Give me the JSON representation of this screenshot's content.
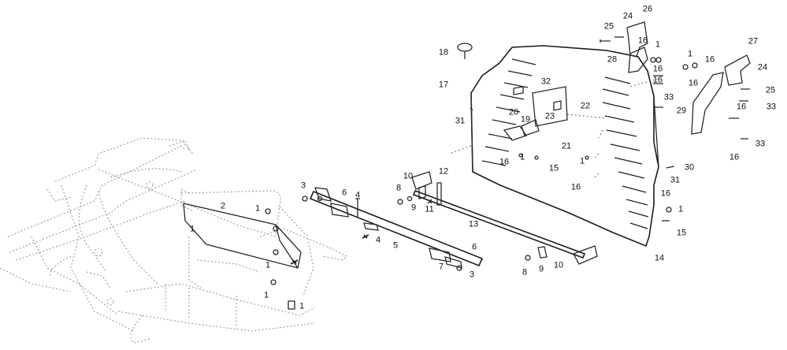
{
  "diagram": {
    "callouts": {
      "c1": "26",
      "c2": "24",
      "c3": "25",
      "c4": "16",
      "c5": "1",
      "c6": "27",
      "c7": "18",
      "c8": "28",
      "c9": "1",
      "c10": "16",
      "c11": "24",
      "c12": "16",
      "c13": "25",
      "c14": "17",
      "c15": "32",
      "c16": "16",
      "c17": "16",
      "c18": "33",
      "c19": "29",
      "c20": "33",
      "c21": "22",
      "c22": "20",
      "c23": "19",
      "c24": "23",
      "c25": "31",
      "c26": "21",
      "c27": "16",
      "c28": "1",
      "c29": "15",
      "c30": "1",
      "c31": "16",
      "c32": "33",
      "c33": "16",
      "c34": "30",
      "c35": "31",
      "c36": "10",
      "c37": "12",
      "c38": "16",
      "c39": "16",
      "c40": "3",
      "c41": "6",
      "c42": "4",
      "c43": "8",
      "c44": "9",
      "c45": "11",
      "c46": "1",
      "c47": "2",
      "c48": "1",
      "c49": "1",
      "c50": "13",
      "c51": "15",
      "c52": "4",
      "c53": "5",
      "c54": "6",
      "c55": "1",
      "c56": "7",
      "c57": "3",
      "c58": "14",
      "c59": "8",
      "c60": "9",
      "c61": "10",
      "c62": "1",
      "c63": "1"
    }
  }
}
